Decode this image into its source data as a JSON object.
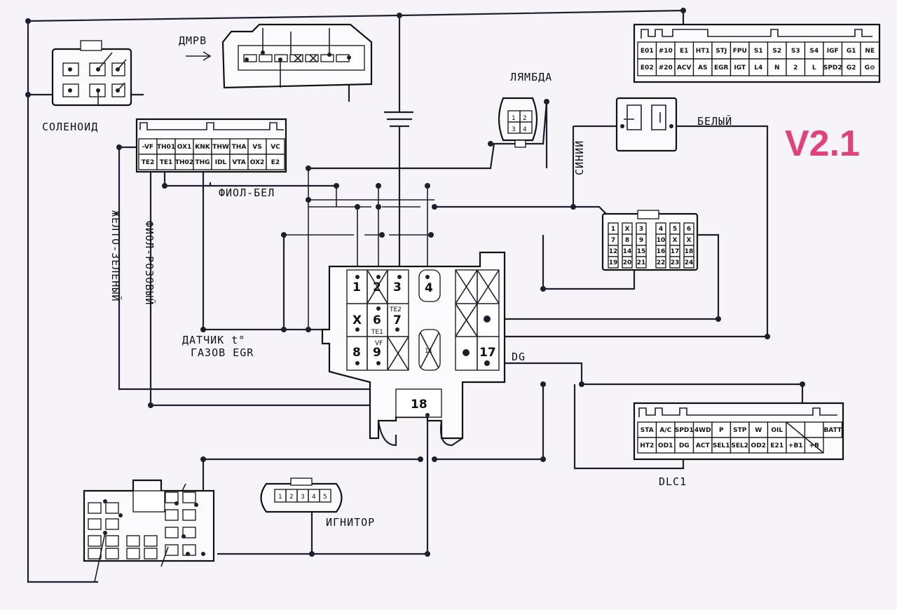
{
  "version": "V2.1",
  "labels": {
    "solenoid": "СОЛЕНОИД",
    "dmrv": "ДМРВ",
    "lambda": "ЛЯМБДА",
    "white": "БЕЛЫЙ",
    "blue": "СИНИЙ",
    "violet_white": "ФИОЛ-БЕЛ",
    "yellow_green": "ЖЕЛТО-ЗЕЛЕНЫЙ",
    "violet_pink": "ФИОЛ-РОЗОВЫЙ",
    "egr_sensor_line1": "ДАТЧИК t°",
    "egr_sensor_line2": "ГАЗОВ EGR",
    "dg": "DG",
    "igniter": "ИГНИТОР",
    "dlc1": "DLC1"
  },
  "top_connector": {
    "row1": [
      "E01",
      "#10",
      "E1",
      "HT1",
      "STJ",
      "FPU",
      "S1",
      "S2",
      "S3",
      "S4",
      "IGF",
      "G1",
      "NE"
    ],
    "row2": [
      "E02",
      "#20",
      "ACV",
      "AS",
      "EGR",
      "IGT",
      "L4",
      "N",
      "2",
      "L",
      "SPD2",
      "G2",
      "G⊖"
    ]
  },
  "ecu_connector": {
    "row1": [
      "-VF",
      "TH01",
      "OX1",
      "KNK",
      "THW",
      "THA",
      "VS",
      "VC"
    ],
    "row2": [
      "TE2",
      "TE1",
      "TH02",
      "THG",
      "IDL",
      "VTA",
      "OX2",
      "E2"
    ]
  },
  "dlc_connector": {
    "row1": [
      "STA",
      "A/C",
      "SPD1",
      "4WD",
      "P",
      "STP",
      "W",
      "OIL",
      "",
      "",
      "BATT"
    ],
    "row2": [
      "HT2",
      "OD1",
      "DG",
      "ACT",
      "SEL1",
      "SEL2",
      "OD2",
      "E21",
      "+B1",
      "+B"
    ]
  },
  "center_pins": {
    "p1": "1",
    "p2": "2",
    "p3": "3",
    "p4": "4",
    "p6": "6",
    "p7": "7",
    "p8": "8",
    "p9": "9",
    "p11": "11",
    "p17": "17",
    "p18": "18",
    "x": "X",
    "te2": "TE2",
    "te1": "TE1",
    "vf": "VF"
  },
  "lambda_pins": [
    "1",
    "2",
    "3",
    "4"
  ],
  "igniter_pins": [
    "1",
    "2",
    "3",
    "4",
    "5"
  ],
  "right_connector_pins": [
    "1",
    "X",
    "3",
    "4",
    "5",
    "6",
    "7",
    "8",
    "9",
    "10",
    "X",
    "X",
    "12",
    "14",
    "15",
    "16",
    "17",
    "18",
    "19",
    "20",
    "21",
    "22",
    "23",
    "24"
  ]
}
